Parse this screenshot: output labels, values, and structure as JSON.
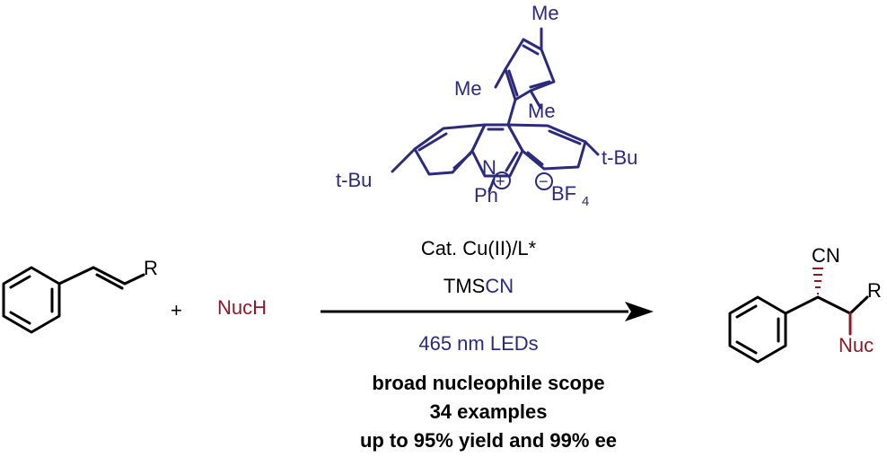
{
  "colors": {
    "black": "#000000",
    "catalyst": "#2d2a7c",
    "nucleophile": "#8b1a2b"
  },
  "catalyst": {
    "me_top": "Me",
    "me_left": "Me",
    "me_right": "Me",
    "tbu_left": "t-Bu",
    "tbu_right": "t-Bu",
    "n_atom": "N",
    "plus_charge": "+",
    "ph": "Ph",
    "minus_charge": "−",
    "bf": "BF",
    "bf_subscript": "4"
  },
  "reactant": {
    "r_label": "R",
    "plus_sign": "+",
    "nucleophile": "NucH"
  },
  "conditions": {
    "line1": "Cat. Cu(II)/L*",
    "tms_prefix": "TMS",
    "tms_cn": "CN",
    "light": "465 nm LEDs"
  },
  "summary": {
    "line1": "broad nucleophile scope",
    "line2": "34 examples",
    "line3": "up to 95% yield and 99% ee"
  },
  "product": {
    "cn": "CN",
    "r_label": "R",
    "nuc": "Nuc"
  }
}
